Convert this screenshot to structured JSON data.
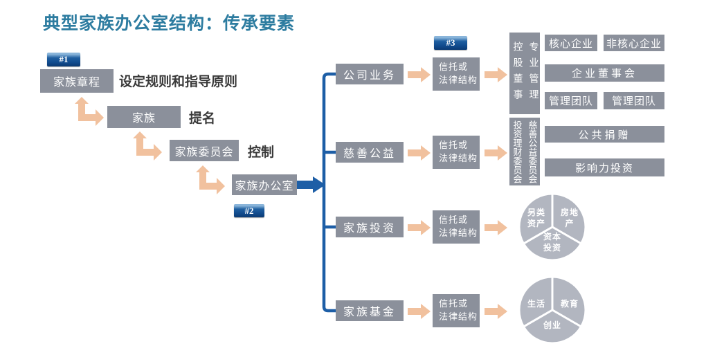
{
  "title": "典型家族办公室结构：传承要素",
  "colors": {
    "title_teal": "#2d7ca0",
    "box_gray": "#8b909b",
    "pie_gray": "#b2b6c0",
    "arrow_peach": "#f1c19e",
    "connector_blue": "#1d5ea6"
  },
  "badges": {
    "one": "#1",
    "two": "#2",
    "three": "#3"
  },
  "stair": {
    "charter": {
      "label": "家族章程",
      "note": "设定规则和指导原则"
    },
    "family": {
      "label": "家族",
      "note": "提名"
    },
    "committee": {
      "label": "家族委员会",
      "note": "控制"
    },
    "office": {
      "label": "家族办公室"
    }
  },
  "rows": [
    {
      "category": "公司业务",
      "trust": "信托或\n法律结构"
    },
    {
      "category": "慈善公益",
      "trust": "信托或\n法律结构"
    },
    {
      "category": "家族投资",
      "trust": "信托或\n法律结构"
    },
    {
      "category": "家族基金",
      "trust": "信托或\n法律结构"
    }
  ],
  "governance": {
    "left_col": "控股董事",
    "right_col": "专业管理",
    "core": "核心企业",
    "noncore": "非核心企业",
    "board": "企业董事会",
    "team1": "管理团队",
    "team2": "管理团队"
  },
  "philanthropy": {
    "left_col": "投资理财委员会",
    "right_col": "慈善公益委员会",
    "donation": "公共捐赠",
    "impact": "影响力投资"
  },
  "pie_investment": {
    "left": "另类\n资产",
    "right": "房地\n产",
    "bottom": "资本\n投资"
  },
  "pie_fund": {
    "left": "生活",
    "right": "教育",
    "bottom": "创业"
  }
}
